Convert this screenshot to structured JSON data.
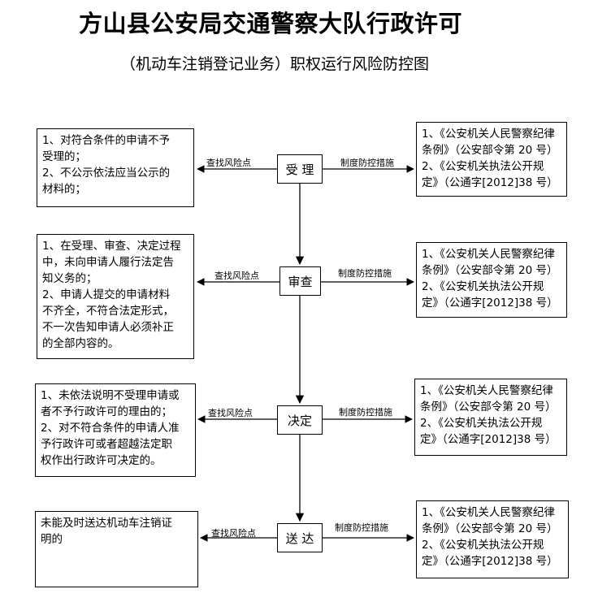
{
  "title": "方山县公安局交通警察大队行政许可",
  "subtitle": "（机动车注销登记业务）职权运行风险防控图",
  "risk_label": "查找风险点",
  "measure_label": "制度防控措施",
  "stages": [
    {
      "name": "受 理",
      "risks": [
        "1、对符合条件的申请不予",
        "受理的；",
        "2、不公示依法应当公示的",
        "材料的；"
      ],
      "measures": [
        "1、《公安机关人民警察纪律",
        "条例》（公安部令第 20 号）",
        "2、《公安机关执法公开规",
        "定》（公通字[2012]38 号）"
      ]
    },
    {
      "name": "审查",
      "risks": [
        "1、在受理、审查、决定过程",
        "中，未向申请人履行法定告",
        "知义务的；",
        "2、申请人提交的申请材料",
        "不齐全，不符合法定形式，",
        "不一次告知申请人必须补正",
        "的全部内容的。"
      ],
      "measures": [
        "1、《公安机关人民警察纪律",
        "条例》（公安部令第 20 号）",
        "2、《公安机关执法公开规",
        "定》（公通字[2012]38 号）"
      ]
    },
    {
      "name": "决定",
      "risks": [
        "1、未依法说明不受理申请或",
        "者不予行政许可的理由的；",
        "2、对不符合条件的申请人准",
        "予行政许可或者超越法定职",
        "权作出行政许可决定的。"
      ],
      "measures": [
        "1、《公安机关人民警察纪律",
        "条例》（公安部令第 20 号）",
        "2、《公安机关执法公开规",
        "定》（公通字[2012]38 号）"
      ]
    },
    {
      "name": "送 达",
      "risks": [
        "未能及时送达机动车注销证",
        "明的"
      ],
      "measures": [
        "1、《公安机关人民警察纪律",
        "条例》（公安部令第 20 号）",
        "2、《公安机关执法公开规",
        "定》（公通字[2012]38 号）"
      ]
    }
  ]
}
